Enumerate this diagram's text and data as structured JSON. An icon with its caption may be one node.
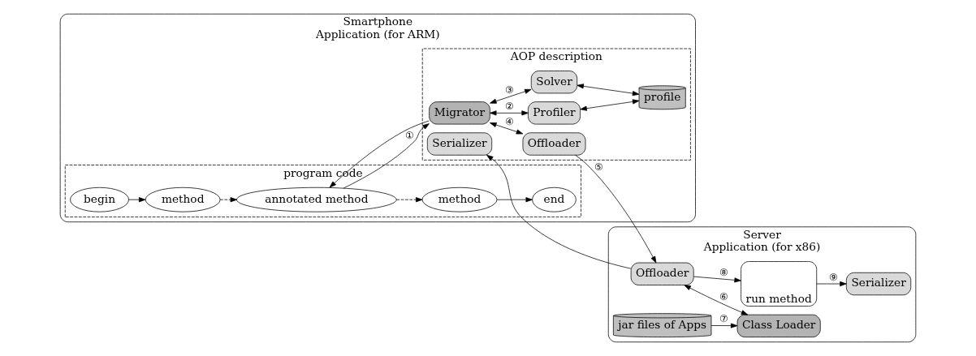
{
  "diagram": {
    "nodes": [
      {
        "text": [
          "Smartphone",
          "Application (for ARM)"
        ]
      },
      {
        "text": [
          "program code"
        ],
        "in": 0
      },
      {
        "text": [
          "begin"
        ],
        "in": 1
      },
      {
        "text": [
          "method"
        ],
        "in": 1
      },
      {
        "text": [
          "annotated method"
        ],
        "in": 1
      },
      {
        "text": [
          "method"
        ],
        "in": 1
      },
      {
        "text": [
          "end"
        ],
        "in": 1
      },
      {
        "text": [
          "AOP description"
        ],
        "in": 0
      },
      {
        "text": [
          "Offloader"
        ],
        "in": 7
      },
      {
        "text": [
          "Serializer"
        ],
        "in": 7
      },
      {
        "text": [
          "Migrator"
        ],
        "in": 7
      },
      {
        "text": [
          "Profiler"
        ],
        "in": 7
      },
      {
        "text": [
          "Solver"
        ],
        "in": 7
      },
      {
        "text": [
          "profile"
        ],
        "in": 7
      },
      {
        "text": [
          "Server",
          "Application (for x86)"
        ]
      },
      {
        "text": [
          "Offloader"
        ],
        "in": 14
      },
      {
        "text": [
          "Serializer"
        ],
        "in": 14
      },
      {
        "text": [
          "Class Loader"
        ],
        "in": 14
      },
      {
        "text": [
          "jar files of Apps"
        ],
        "in": 14
      },
      {
        "text": [
          "run method"
        ],
        "in": 14
      }
    ],
    "edges": [
      {
        "from": 2,
        "to": 3,
        "arrow": "to"
      },
      {
        "from": 3,
        "to": 4,
        "arrow": "to",
        "style": "dashed"
      },
      {
        "from": 4,
        "to": 5,
        "arrow": "to",
        "style": "dashed"
      },
      {
        "from": 5,
        "to": 6,
        "arrow": "to"
      },
      {
        "from": 4,
        "to": 10,
        "arrow": "to",
        "label": "①"
      },
      {
        "from": 10,
        "to": 4,
        "arrow": "to"
      },
      {
        "from": 10,
        "to": 11,
        "arrow": "both",
        "label": "②"
      },
      {
        "from": 10,
        "to": 12,
        "arrow": "both",
        "label": "③"
      },
      {
        "from": 10,
        "to": 8,
        "arrow": "both",
        "label": "④"
      },
      {
        "from": 11,
        "to": 13,
        "arrow": "both"
      },
      {
        "from": 12,
        "to": 13,
        "arrow": "both"
      },
      {
        "from": 8,
        "to": 15,
        "arrow": "to",
        "label": "⑤"
      },
      {
        "from": 15,
        "to": 9,
        "arrow": "to"
      },
      {
        "from": 15,
        "to": 17,
        "arrow": "both",
        "label": "⑥"
      },
      {
        "from": 18,
        "to": 17,
        "arrow": "to",
        "label": "⑦"
      },
      {
        "from": 15,
        "to": 19,
        "arrow": "to",
        "label": "⑧"
      },
      {
        "from": 19,
        "to": 16,
        "arrow": "to",
        "label": "⑨"
      }
    ]
  }
}
